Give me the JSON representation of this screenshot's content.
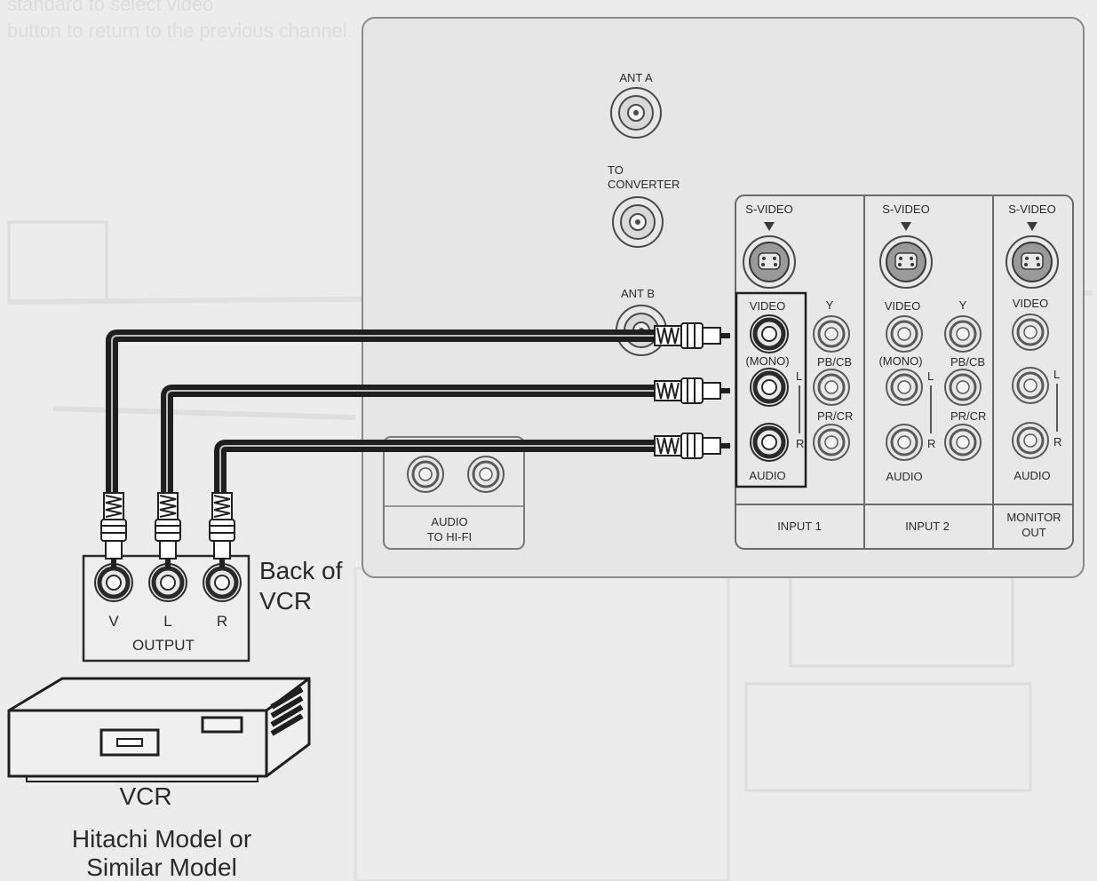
{
  "ghost": {
    "top_line_1": "standard to select video",
    "top_line_2": "button to return to the previous channel."
  },
  "tv": {
    "ant_a": "ANT A",
    "to_converter_1": "TO",
    "to_converter_2": "CONVERTER",
    "ant_b": "ANT B",
    "audio_hifi_1": "AUDIO",
    "audio_hifi_2": "TO HI-FI",
    "input1": {
      "svideo": "S-VIDEO",
      "video": "VIDEO",
      "mono": "(MONO)",
      "y": "Y",
      "pbcb": "PB/CB",
      "prcr": "PR/CR",
      "l": "L",
      "r": "R",
      "audio": "AUDIO",
      "label": "INPUT 1"
    },
    "input2": {
      "svideo": "S-VIDEO",
      "video": "VIDEO",
      "mono": "(MONO)",
      "y": "Y",
      "pbcb": "PB/CB",
      "prcr": "PR/CR",
      "l": "L",
      "r": "R",
      "audio": "AUDIO",
      "label": "INPUT 2"
    },
    "monitor": {
      "svideo": "S-VIDEO",
      "video": "VIDEO",
      "l": "L",
      "r": "R",
      "audio": "AUDIO",
      "label_1": "MONITOR",
      "label_2": "OUT"
    }
  },
  "vcr_panel": {
    "v": "V",
    "l": "L",
    "r": "R",
    "output": "OUTPUT",
    "back_of_1": "Back of",
    "back_of_2": "VCR"
  },
  "vcr": {
    "name": "VCR",
    "model_1": "Hitachi Model or",
    "model_2": "Similar Model"
  },
  "colors": {
    "ink": "#2a2a2a",
    "cable": "#1f1f1f",
    "paper": "#ececec",
    "panel": "#e6e6e6",
    "ghost": "#cfcfcf"
  }
}
